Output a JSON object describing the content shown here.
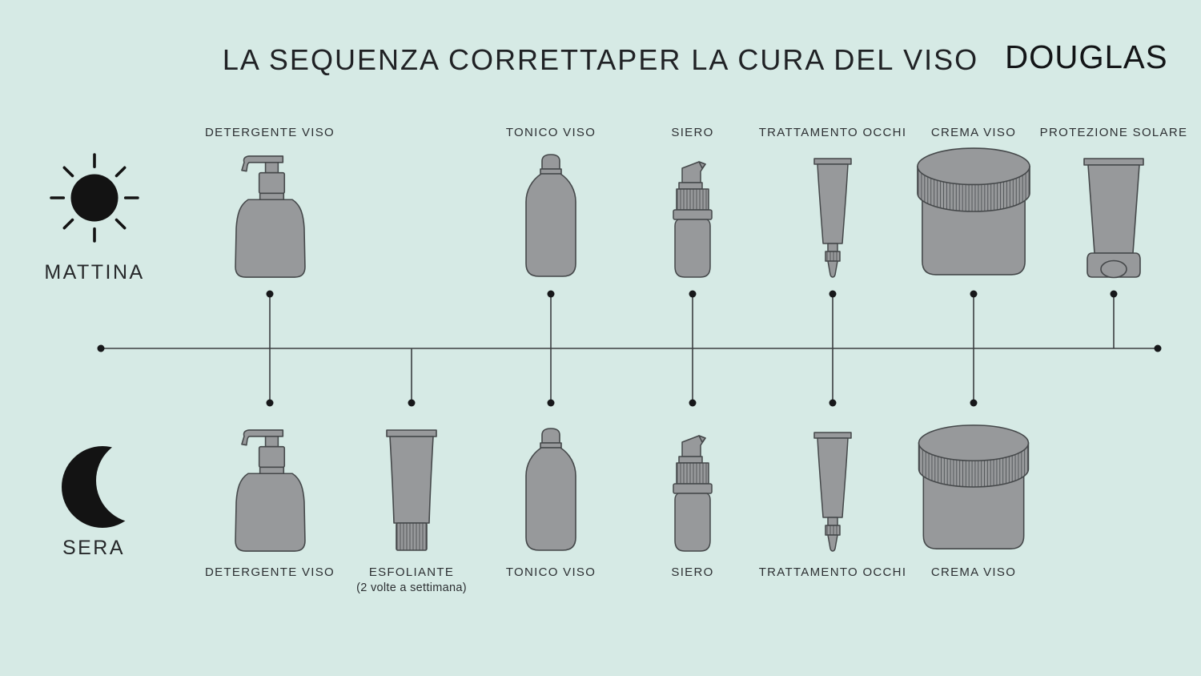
{
  "header": {
    "title": "LA SEQUENZA CORRETTAPER LA CURA DEL VISO"
  },
  "brand": {
    "name": "DOUGLAS"
  },
  "colors": {
    "background": "#d6eae5",
    "product_fill": "#97999b",
    "product_stroke": "#45484a",
    "ink": "#131517",
    "timeline_line": "#3b3e40",
    "timeline_dot": "#17181a"
  },
  "rows": {
    "morning": {
      "label": "MATTINA",
      "icon": "sun-icon"
    },
    "evening": {
      "label": "SERA",
      "icon": "moon-icon"
    }
  },
  "morning_products": [
    {
      "label": "DETERGENTE VISO",
      "icon": "pump-bottle-icon"
    },
    {
      "label": "TONICO VISO",
      "icon": "toner-bottle-icon"
    },
    {
      "label": "SIERO",
      "icon": "serum-pump-icon"
    },
    {
      "label": "TRATTAMENTO OCCHI",
      "icon": "eye-treatment-tube-icon"
    },
    {
      "label": "CREMA VISO",
      "icon": "cream-jar-icon"
    },
    {
      "label": "PROTEZIONE SOLARE",
      "icon": "sunscreen-tube-icon"
    }
  ],
  "evening_products": [
    {
      "label": "DETERGENTE VISO",
      "icon": "pump-bottle-icon"
    },
    {
      "label": "ESFOLIANTE",
      "sublabel": "(2 volte a settimana)",
      "icon": "exfoliant-tube-icon"
    },
    {
      "label": "TONICO VISO",
      "icon": "toner-bottle-icon"
    },
    {
      "label": "SIERO",
      "icon": "serum-pump-icon"
    },
    {
      "label": "TRATTAMENTO OCCHI",
      "icon": "eye-treatment-tube-icon"
    },
    {
      "label": "CREMA VISO",
      "icon": "cream-jar-icon"
    }
  ]
}
